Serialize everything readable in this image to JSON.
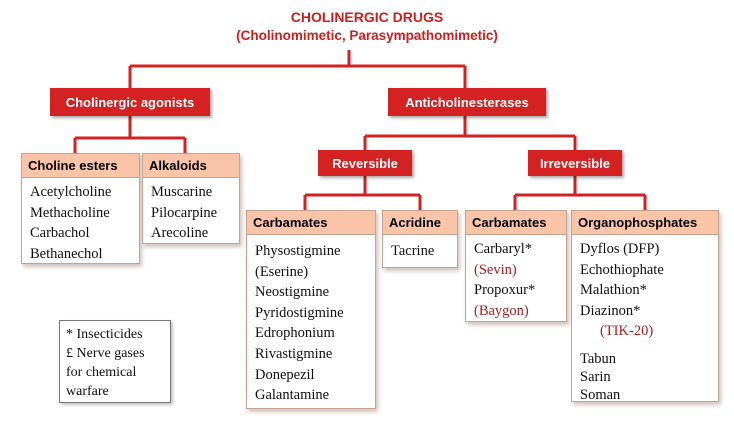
{
  "title": "CHOLINERGIC DRUGS",
  "subtitle": "(Cholinomimetic, Parasympathomimetic)",
  "level1": {
    "agonists": "Cholinergic agonists",
    "anticholinesterases": "Anticholinesterases"
  },
  "level2": {
    "reversible": "Reversible",
    "irreversible": "Irreversible"
  },
  "boxes": {
    "choline_esters": {
      "title": "Choline esters",
      "items": [
        "Acetylcholine",
        "Methacholine",
        "Carbachol",
        "Bethanechol"
      ]
    },
    "alkaloids": {
      "title": "Alkaloids",
      "items": [
        "Muscarine",
        "Pilocarpine",
        "Arecoline"
      ]
    },
    "rev_carbamates": {
      "title": "Carbamates",
      "items": [
        "Physostigmine",
        "(Eserine)",
        "Neostigmine",
        "Pyridostigmine",
        "Edrophonium",
        "Rivastigmine",
        "Donepezil",
        "Galantamine"
      ]
    },
    "acridine": {
      "title": "Acridine",
      "items": [
        "Tacrine"
      ]
    },
    "irr_carbamates": {
      "title": "Carbamates",
      "items": [
        "Carbaryl*",
        "(Sevin)",
        "Propoxur*",
        "(Baygon)"
      ]
    },
    "organophosphates": {
      "title": "Organophosphates",
      "items": [
        "Dyflos (DFP)",
        "Echothiophate",
        "Malathion*",
        "Diazinon*",
        "(TIK-20)",
        "Tabun ",
        "Sarin ",
        "Soman "
      ]
    }
  },
  "legend": [
    "* Insecticides",
    "£ Nerve gases",
    "for chemical",
    "warfare"
  ],
  "colors": {
    "accent_red": "#d42222",
    "title_red": "#cc1f1f",
    "header_peach": "#f9c4a8",
    "brand_name_red": "#b02020"
  }
}
